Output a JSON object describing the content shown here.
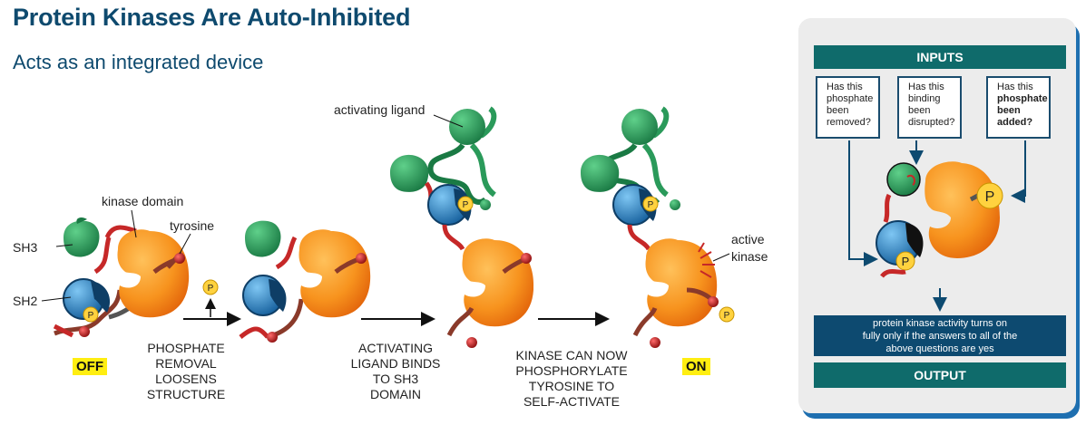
{
  "title": "Protein Kinases Are Auto-Inhibited",
  "subtitle": "Acts as an integrated device",
  "labels": {
    "kinase_domain": "kinase domain",
    "tyrosine": "tyrosine",
    "sh3": "SH3",
    "sh2": "SH2",
    "activating_ligand": "activating ligand",
    "active_kinase_1": "active",
    "active_kinase_2": "kinase",
    "phosphate": "P"
  },
  "states": {
    "off": "OFF",
    "on": "ON"
  },
  "steps": [
    {
      "line1": "PHOSPHATE",
      "line2": "REMOVAL",
      "line3": "LOOSENS",
      "line4": "STRUCTURE"
    },
    {
      "line1": "ACTIVATING",
      "line2": "LIGAND BINDS",
      "line3": "TO SH3",
      "line4": "DOMAIN"
    },
    {
      "line1": "KINASE CAN NOW",
      "line2": "PHOSPHORYLATE",
      "line3": "TYROSINE TO",
      "line4": "SELF-ACTIVATE"
    }
  ],
  "panel": {
    "inputs_label": "INPUTS",
    "output_label": "OUTPUT",
    "questions": [
      {
        "l1": "Has this",
        "l2": "phosphate",
        "l3": "been",
        "l4": "removed?"
      },
      {
        "l1": "Has this",
        "l2": "binding",
        "l3": "been",
        "l4": "disrupted?"
      },
      {
        "l1": "Has this",
        "l2": "phosphate",
        "l3": "been",
        "l4": "added?"
      }
    ],
    "output_line1": "protein kinase activity turns on",
    "output_line2": "fully only if the answers to all of the",
    "output_line3": "above questions are yes"
  },
  "colors": {
    "title": "#0e4a6e",
    "kinase_orange": "#f7931e",
    "sh3_green": "#2a9a5a",
    "sh2_blue": "#2a86c8",
    "phosphate_yellow": "#ffd23f",
    "tyrosine_red": "#c62828",
    "panel_teal": "#0f6b6b",
    "panel_navy": "#0d4a70",
    "badge_yellow": "#ffee11"
  }
}
